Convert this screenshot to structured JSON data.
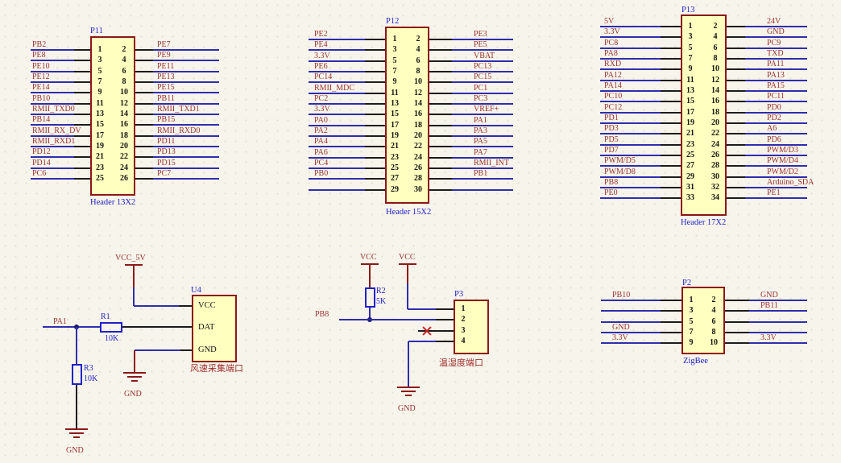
{
  "colors": {
    "background": "#F7F4EB",
    "box_fill": "#FFFFC0",
    "box_border": "#8B1818",
    "wire_blue": "#2E2EAE",
    "wire_black": "#1C1C1C",
    "text_blue": "#2020C8",
    "net_label": "#993333",
    "power_red": "#8B1A1A",
    "nc_red": "#CC2222",
    "junction": "#1A1A6E"
  },
  "connectors": [
    {
      "id": "P11",
      "title": "P11",
      "caption": "Header 13X2",
      "left": [
        "PB2",
        "PE8",
        "PE10",
        "PE12",
        "PE14",
        "PB10",
        "RMII_TXD0",
        "PB14",
        "RMII_RX_DV",
        "RMII_RXD1",
        "PD12",
        "PD14",
        "PC6"
      ],
      "right": [
        "PE7",
        "PE9",
        "PE11",
        "PE13",
        "PE15",
        "PB11",
        "RMII_TXD1",
        "PB15",
        "RMII_RXD0",
        "PD11",
        "PD13",
        "PD15",
        "PC7"
      ],
      "pins_left": [
        "1",
        "3",
        "5",
        "7",
        "9",
        "11",
        "13",
        "15",
        "17",
        "19",
        "21",
        "23",
        "25"
      ],
      "pins_right": [
        "2",
        "4",
        "6",
        "8",
        "10",
        "12",
        "14",
        "16",
        "18",
        "20",
        "22",
        "24",
        "26"
      ]
    },
    {
      "id": "P12",
      "title": "P12",
      "caption": "Header 15X2",
      "left": [
        "PE2",
        "PE4",
        "3.3V",
        "PE6",
        "PC14",
        "RMII_MDC",
        "PC2",
        "3.3V",
        "PA0",
        "PA2",
        "PA4",
        "PA6",
        "PC4",
        "PB0",
        ""
      ],
      "right": [
        "PE3",
        "PE5",
        "VBAT",
        "PC13",
        "PC15",
        "PC1",
        "PC3",
        "VREF+",
        "PA1",
        "PA3",
        "PA5",
        "PA7",
        "RMII_INT",
        "PB1",
        ""
      ],
      "pins_left": [
        "1",
        "3",
        "5",
        "7",
        "9",
        "11",
        "13",
        "15",
        "17",
        "19",
        "21",
        "23",
        "25",
        "27",
        "29"
      ],
      "pins_right": [
        "2",
        "4",
        "6",
        "8",
        "10",
        "12",
        "14",
        "16",
        "18",
        "20",
        "22",
        "24",
        "26",
        "28",
        "30"
      ]
    },
    {
      "id": "P13",
      "title": "P13",
      "caption": "Header 17X2",
      "left": [
        "5V",
        "3.3V",
        "PC8",
        "PA8",
        "RXD",
        "PA12",
        "PA14",
        "PC10",
        "PC12",
        "PD1",
        "PD3",
        "PD5",
        "PD7",
        "PWM/D5",
        "PWM/D8",
        "PB8",
        "PE0"
      ],
      "right": [
        "24V",
        "GND",
        "PC9",
        "TXD",
        "PA11",
        "PA13",
        "PA15",
        "PC11",
        "PD0",
        "PD2",
        "A6",
        "PD6",
        "PWM/D3",
        "PWM/D4",
        "PWM/D2",
        "Arduino_SDA",
        "PE1"
      ],
      "pins_left": [
        "1",
        "3",
        "5",
        "7",
        "9",
        "11",
        "13",
        "15",
        "17",
        "19",
        "21",
        "23",
        "25",
        "27",
        "29",
        "31",
        "33"
      ],
      "pins_right": [
        "2",
        "4",
        "6",
        "8",
        "10",
        "12",
        "14",
        "16",
        "18",
        "20",
        "22",
        "24",
        "26",
        "28",
        "30",
        "32",
        "34"
      ]
    },
    {
      "id": "P2",
      "title": "P2",
      "caption": "ZigBee",
      "left": [
        "PB10",
        "",
        "",
        "GND",
        "3.3V"
      ],
      "right": [
        "GND",
        "PB11",
        "",
        "",
        "3.3V"
      ],
      "pins_left": [
        "1",
        "3",
        "5",
        "7",
        "9"
      ],
      "pins_right": [
        "2",
        "4",
        "6",
        "8",
        "10"
      ]
    }
  ],
  "wind": {
    "power_label": "VCC_5V",
    "net_label": "PA1",
    "r1": {
      "des": "R1",
      "val": "10K"
    },
    "r3": {
      "des": "R3",
      "val": "10K"
    },
    "u4": {
      "des": "U4",
      "pins": [
        "VCC",
        "DAT",
        "GND"
      ],
      "caption": "风速采集端口"
    },
    "gnd_r3": "GND",
    "gnd_u4": "GND"
  },
  "temp": {
    "vcc1": "VCC",
    "vcc2": "VCC",
    "net_label": "PB8",
    "r2": {
      "des": "R2",
      "val": "5K"
    },
    "p3": {
      "des": "P3",
      "pins": [
        "1",
        "2",
        "3",
        "4"
      ],
      "caption": "温湿度端口"
    },
    "gnd": "GND"
  }
}
